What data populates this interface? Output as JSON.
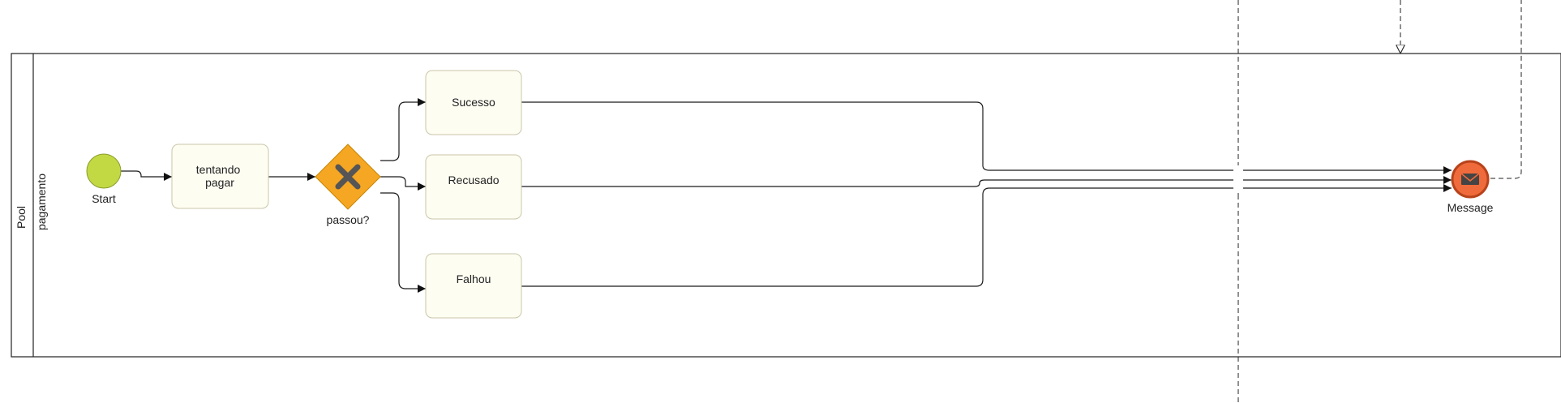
{
  "pool": {
    "label": "Pool",
    "lane_label": "pagamento"
  },
  "start_event": {
    "label": "Start",
    "color": "#c3d944"
  },
  "tasks": {
    "tentando": "tentando pagar",
    "sucesso": "Sucesso",
    "recusado": "Recusado",
    "falhou": "Falhou"
  },
  "gateway": {
    "label": "passou?",
    "color": "#f5a623",
    "icon": "x-icon"
  },
  "end_event": {
    "label": "Message",
    "color": "#ef6b3b",
    "icon": "envelope-icon"
  }
}
